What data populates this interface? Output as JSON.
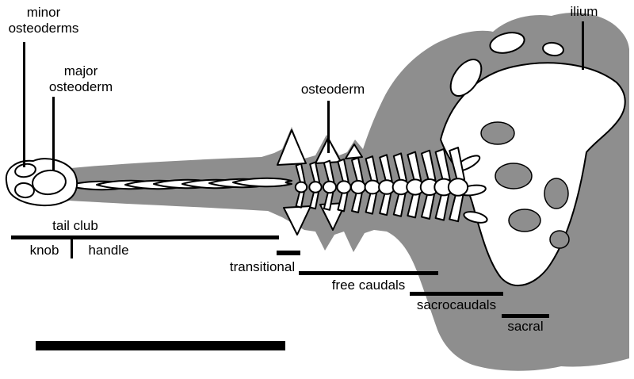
{
  "figure": {
    "type": "skeletal-diagram",
    "subject": "ankylosaur tail club and pelvis, dorsal view",
    "background_color": "#ffffff",
    "silhouette_color": "#8e8e8e",
    "bone_color": "#ffffff",
    "annotation_color": "#000000"
  },
  "callouts": {
    "minor_osteoderms": "minor\nosteoderms",
    "major_osteoderm": "major\nosteoderm",
    "osteoderm": "osteoderm",
    "ilium": "ilium"
  },
  "regions": {
    "tail_club": "tail club",
    "knob": "knob",
    "handle": "handle",
    "transitional": "transitional",
    "free_caudals": "free caudals",
    "sacrocaudals": "sacrocaudals",
    "sacral": "sacral"
  }
}
